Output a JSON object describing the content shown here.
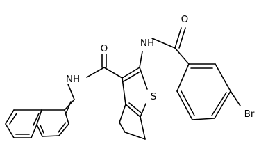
{
  "molecule": {
    "atom_labels": {
      "carbonyl_oxygen_left": "O",
      "carbonyl_oxygen_right": "O",
      "amide_nitrogen_naphthyl": "NH",
      "amide_nitrogen_benzoyl": "NH",
      "thiophene_sulfur": "S",
      "bromine": "Br"
    }
  }
}
